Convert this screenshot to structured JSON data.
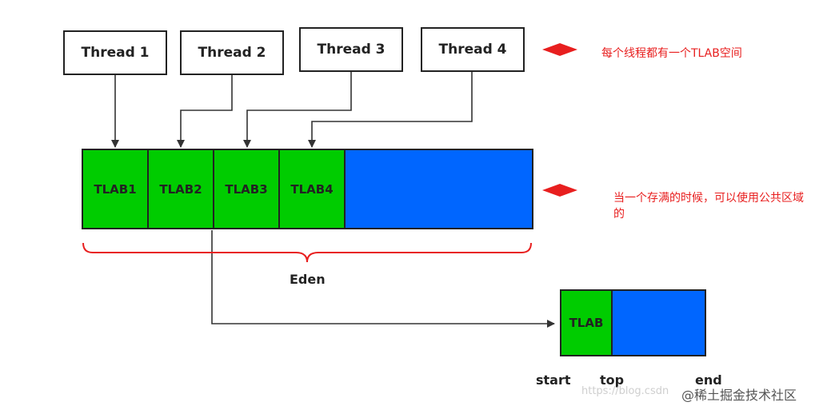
{
  "threads": [
    "Thread 1",
    "Thread 2",
    "Thread 3",
    "Thread 4"
  ],
  "eden": {
    "segments": [
      "TLAB1",
      "TLAB2",
      "TLAB3",
      "TLAB4"
    ],
    "label": "Eden"
  },
  "notes": {
    "per_thread": "每个线程都有一个TLAB空间",
    "full": "当一个存满的时候，可以使用公共区域的"
  },
  "tlab_detail": {
    "label": "TLAB",
    "start": "start",
    "top": "top",
    "end": "end"
  },
  "watermark": {
    "faint": "https://blog.csdn",
    "site": "@稀土掘金技术社区"
  },
  "colors": {
    "tlab": "#00cc00",
    "shared": "#0066ff",
    "arrow_red": "#e81f1f",
    "brace_red": "#e81f1f",
    "line": "#333333"
  }
}
